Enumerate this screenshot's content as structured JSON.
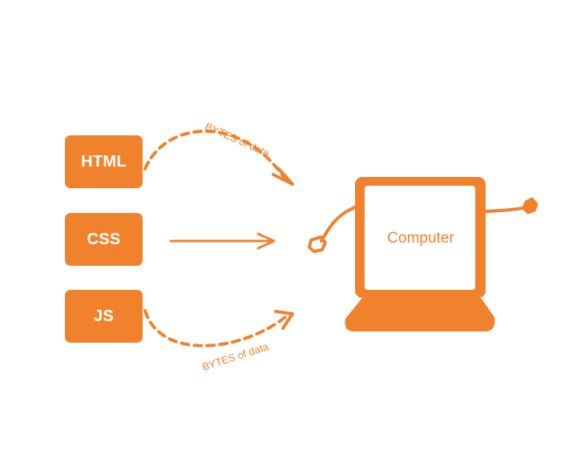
{
  "inputs": [
    {
      "label": "HTML"
    },
    {
      "label": "CSS"
    },
    {
      "label": "JS"
    }
  ],
  "arrows": {
    "top_label": "BYTES of data",
    "bottom_label": "BYTES of data"
  },
  "computer": {
    "label": "Computer"
  },
  "colors": {
    "accent": "#f0822e",
    "box_text": "#ffffff",
    "background": "#ffffff"
  },
  "icons": [
    "computer-icon",
    "arrow-icon"
  ]
}
